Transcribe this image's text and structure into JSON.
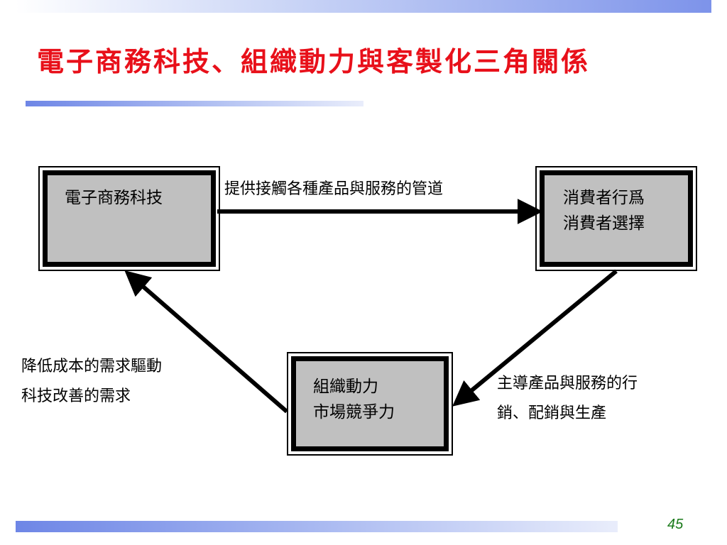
{
  "slide": {
    "title": "電子商務科技、組織動力與客製化三角關係",
    "page_number": "45"
  },
  "diagram": {
    "nodes": {
      "ec_tech": {
        "lines": [
          "電子商務科技"
        ]
      },
      "consumer": {
        "lines": [
          "消費者行爲",
          "消費者選擇"
        ]
      },
      "org_dynamics": {
        "lines": [
          "組織動力",
          "市場競爭力"
        ]
      }
    },
    "edges": {
      "ec_to_consumer": {
        "lines": [
          "提供接觸各種產品與服務的管道"
        ]
      },
      "consumer_to_org": {
        "lines": [
          "主導產品與服務的行",
          "銷、配銷與生產"
        ]
      },
      "org_to_ec": {
        "lines": [
          "降低成本的需求驅動",
          "科技改善的需求"
        ]
      }
    }
  },
  "colors": {
    "title": "#e8101a",
    "box_fill": "#c0c0c0",
    "accent_bar": "#6e86e6",
    "page_number": "#1a7a1a"
  }
}
